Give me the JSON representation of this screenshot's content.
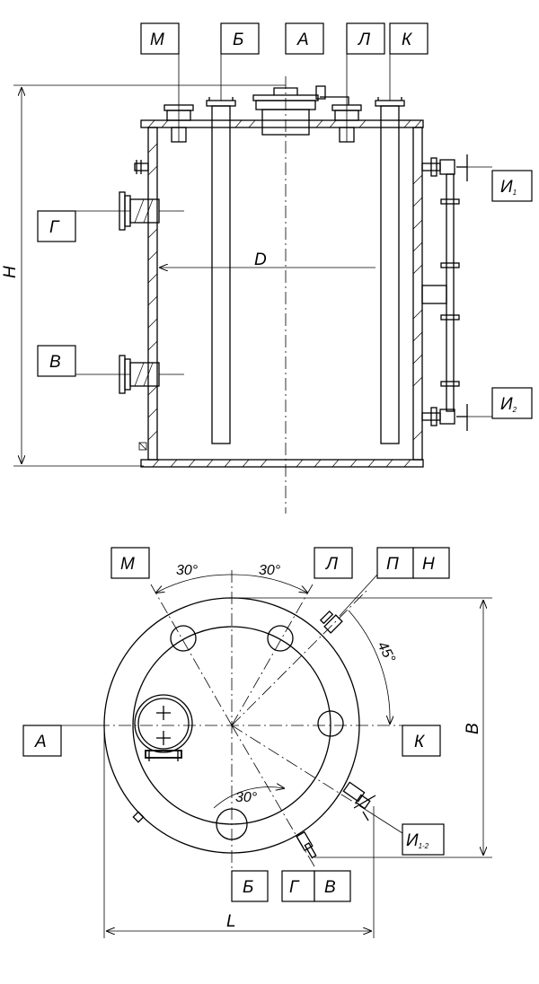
{
  "front_view": {
    "labels": {
      "m": "М",
      "b": "Б",
      "a": "А",
      "l": "Л",
      "k": "К",
      "g": "Г",
      "v": "В",
      "i1_main": "И",
      "i1_sub": "1",
      "i2_main": "И",
      "i2_sub": "2"
    },
    "dims": {
      "height": "H",
      "diameter": "D"
    }
  },
  "top_view": {
    "labels": {
      "m": "М",
      "l": "Л",
      "p": "П",
      "n": "Н",
      "a": "А",
      "k": "К",
      "b": "Б",
      "g": "Г",
      "v": "В",
      "i12_main": "И",
      "i12_sub": "1-2"
    },
    "angles": {
      "left": "30°",
      "right": "30°",
      "diag": "45°",
      "bottom": "30°"
    },
    "dims": {
      "length": "L",
      "width": "B"
    }
  }
}
